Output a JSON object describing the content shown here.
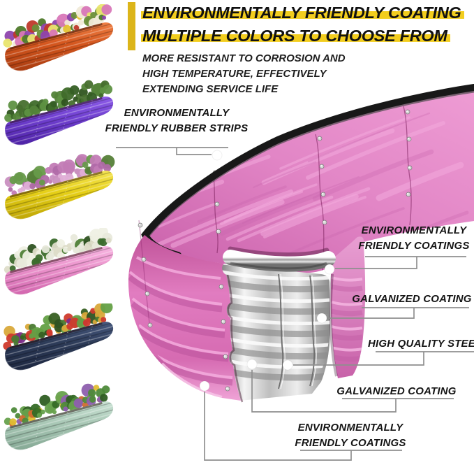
{
  "header": {
    "title_line1": "ENVIRONMENTALLY FRIENDLY COATING",
    "title_line2": "MULTIPLE COLORS TO CHOOSE FROM",
    "subtitle_line1": "MORE RESISTANT TO CORROSION AND",
    "subtitle_line2": "HIGH TEMPERATURE, EFFECTIVELY",
    "subtitle_line3": "EXTENDING SERVICE LIFE",
    "highlight_color": "#f2cd1e",
    "bar_color": "#dcb51a"
  },
  "callouts": {
    "rubber_strips_line1": "ENVIRONMENTALLY",
    "rubber_strips_line2": "FRIENDLY RUBBER STRIPS",
    "coatings_top_line1": "ENVIRONMENTALLY",
    "coatings_top_line2": "FRIENDLY COATINGS",
    "galvanized_right": "GALVANIZED COATING",
    "steel": "HIGH QUALITY STEEL",
    "galvanized_bottom": "GALVANIZED COATING",
    "coatings_bottom_line1": "ENVIRONMENTALLY",
    "coatings_bottom_line2": "FRIENDLY COATINGS",
    "line_color": "#8f8f8f",
    "dot_color": "#ffffff"
  },
  "product": {
    "description": "pink oval raised garden bed with layer cutaway",
    "colors": {
      "inner_light": "#f2a9dc",
      "inner_mid": "#e286c6",
      "inner_dark": "#c763ab",
      "outer_light": "#f3abdd",
      "outer_mid": "#e17cc0",
      "outer_dark": "#b84f9a",
      "rubber": "#181818",
      "silver_light": "#f4f4f4",
      "silver_mid": "#bfbfbf",
      "silver_dark": "#7d7d7d"
    }
  },
  "color_variants": [
    {
      "name": "Orange",
      "body": "#d4561e",
      "shadow": "#a83c10",
      "highlight": "#ef8045",
      "plants": [
        "#6b8f3a",
        "#4f7a2b",
        "#e3c233",
        "#d877b8",
        "#8e44ad",
        "#f0ead8",
        "#c0392b",
        "#e9e56f"
      ]
    },
    {
      "name": "Purple",
      "body": "#7040d0",
      "shadow": "#4d22a4",
      "highlight": "#8d5ce8",
      "plants": [
        "#3f6b2a",
        "#2f541f",
        "#538339",
        "#476f2e",
        "#5e9142",
        "#365f25"
      ]
    },
    {
      "name": "Yellow",
      "body": "#e6cf17",
      "shadow": "#bfa606",
      "highlight": "#f4e454",
      "plants": [
        "#c98fc0",
        "#b06aa8",
        "#dfaed6",
        "#679a4a",
        "#557f38",
        "#c27bb5"
      ]
    },
    {
      "name": "Pink",
      "body": "#eb93cc",
      "shadow": "#d266ae",
      "highlight": "#f7b5e1",
      "plants": [
        "#eff0e4",
        "#dddcc8",
        "#3c6b2d",
        "#4f8038",
        "#e8e9db",
        "#2f5322"
      ]
    },
    {
      "name": "Navy Blue",
      "body": "#2d3b58",
      "shadow": "#1d2740",
      "highlight": "#47597f",
      "plants": [
        "#4a7a33",
        "#386023",
        "#cf3a2c",
        "#7b2d8b",
        "#64a046",
        "#d9a93a",
        "#2f5322"
      ]
    },
    {
      "name": "Sage Green",
      "body": "#a9c8b6",
      "shadow": "#86a995",
      "highlight": "#cae2d4",
      "plants": [
        "#4e8a3a",
        "#356b26",
        "#e0bd32",
        "#cf6a2e",
        "#8e5fae",
        "#67a14d",
        "#2f5e22"
      ]
    }
  ]
}
